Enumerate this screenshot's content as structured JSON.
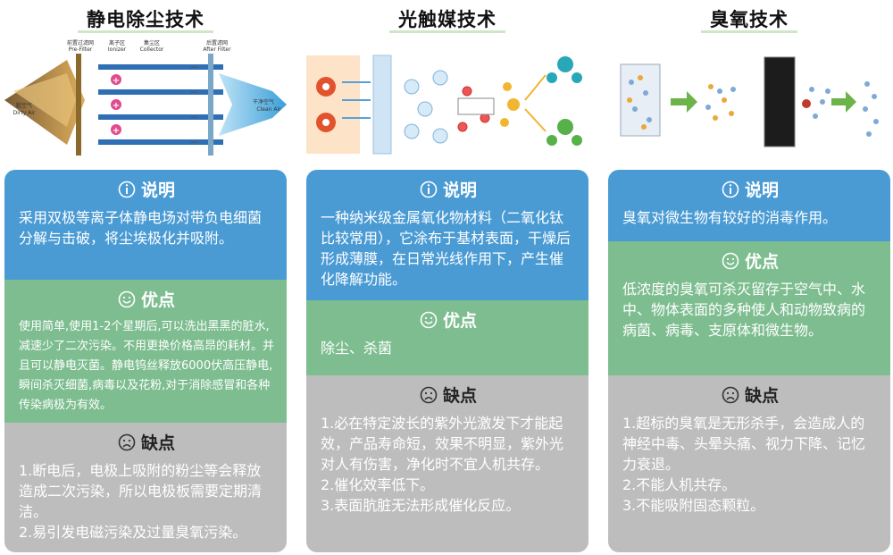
{
  "columns": [
    {
      "title": "静电除尘技术",
      "illus_labels": [
        "前置过滤网\nPre-Filter",
        "离子区\nIonizer",
        "集尘区\nCollector",
        "后置滤网\nAfter Filter",
        "脏空气\nDirty Air",
        "干净空气\nClean Air"
      ],
      "desc_title": "说明",
      "desc_text": "采用双极等离子体静电场对带负电细菌分解与击破，将尘埃极化并吸附。",
      "pros_title": "优点",
      "pros_text": "使用简单,使用1-2个星期后,可以洗出黑黑的脏水,减速少了二次污染。不用更换价格高昂的耗材。并且可以静电灭菌。静电钨丝释放6000伏高压静电,瞬间杀灭细菌,病毒以及花粉,对于消除感冒和各种传染病极为有效。",
      "cons_title": "缺点",
      "cons_text": "1.断电后，电极上吸附的粉尘等会释放造成二次污染，所以电极板需要定期清洁。\n2.易引发电磁污染及过量臭氧污染。"
    },
    {
      "title": "光触媒技术",
      "desc_title": "说明",
      "desc_text": "一种纳米级金属氧化物材料（二氧化钛比较常用），它涂布于基材表面，干燥后形成薄膜，在日常光线作用下，产生催化降解功能。",
      "pros_title": "优点",
      "pros_text": "除尘、杀菌",
      "cons_title": "缺点",
      "cons_text": "1.必在特定波长的紫外光激发下才能起效，产品寿命短，效果不明显，紫外光对人有伤害，净化时不宜人机共存。\n2.催化效率低下。\n3.表面肮脏无法形成催化反应。"
    },
    {
      "title": "臭氧技术",
      "desc_title": "说明",
      "desc_text": "臭氧对微生物有较好的消毒作用。",
      "pros_title": "优点",
      "pros_text": "低浓度的臭氧可杀灭留存于空气中、水中、物体表面的多种使人和动物致病的病菌、病毒、支原体和微生物。",
      "cons_title": "缺点",
      "cons_text": "1.超标的臭氧是无形杀手，会造成人的神经中毒、头晕头痛、视力下降、记忆力衰退。\n2.不能人机共存。\n3.不能吸附固态颗粒。"
    }
  ],
  "colors": {
    "blue": "#4a9bd4",
    "green": "#7dbd8f",
    "gray": "#bdbdbd"
  }
}
